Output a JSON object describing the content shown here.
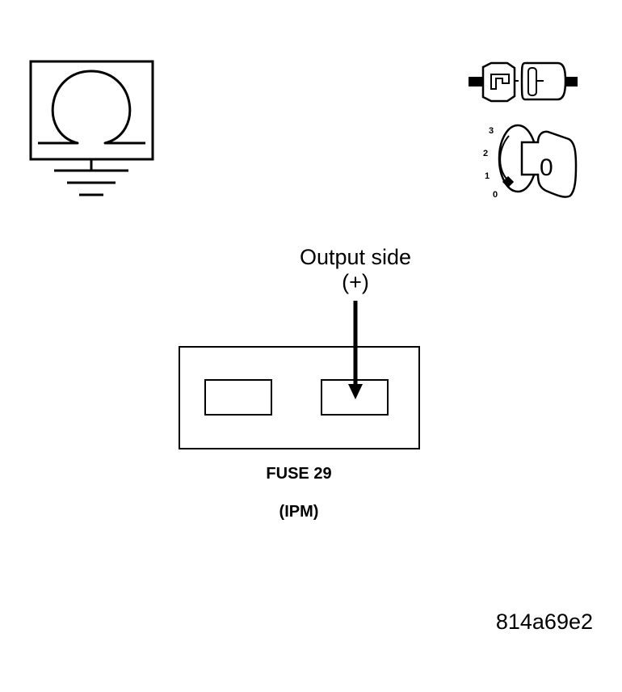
{
  "ohmmeter": {
    "icon": "ohmmeter-ground-icon"
  },
  "ignition": {
    "icon": "ignition-switch-icon",
    "positions": [
      "3",
      "2",
      "1",
      "0"
    ],
    "key_label": "0"
  },
  "probe": {
    "label": "Output side",
    "sign": "(+)"
  },
  "fuse": {
    "label": "FUSE 29",
    "location": "(IPM)"
  },
  "reference_code": "814a69e2"
}
